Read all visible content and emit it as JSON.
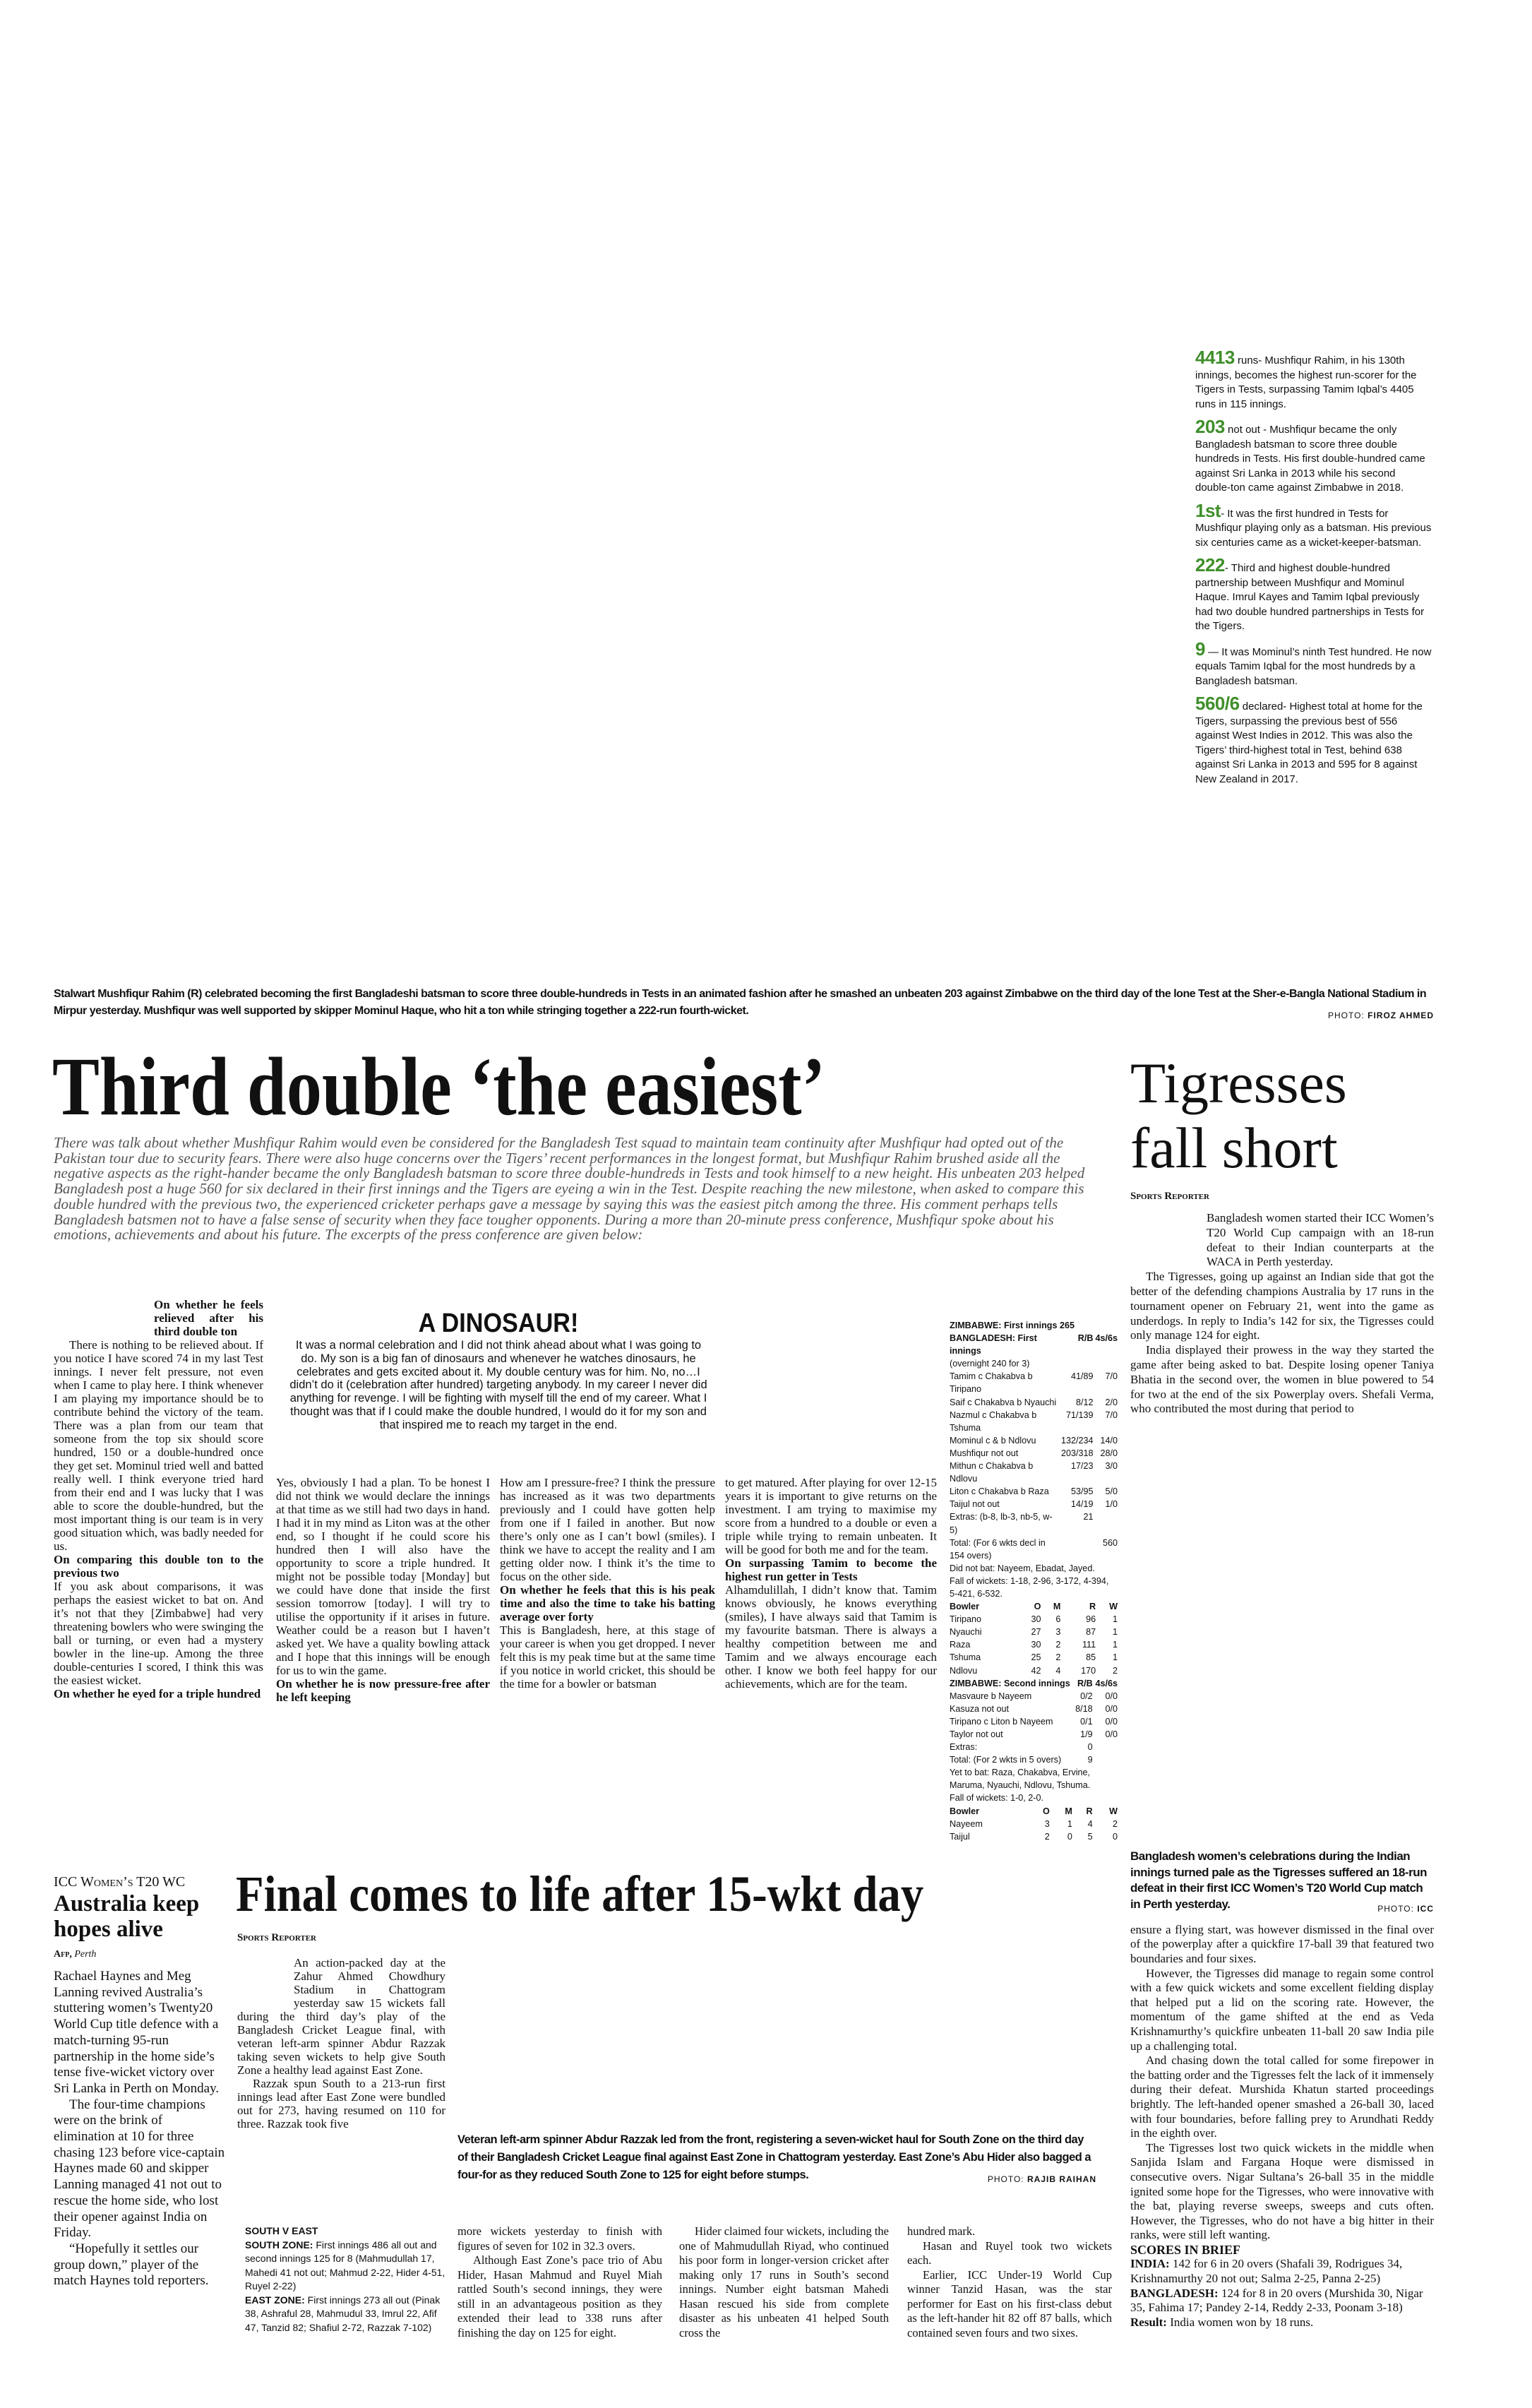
{
  "stats": [
    {
      "num": "4413",
      "text": " runs- Mushfiqur Rahim, in his 130th innings, becomes the highest run-scorer for the Tigers in Tests, surpassing Tamim Iqbal’s 4405 runs in 115 innings."
    },
    {
      "num": "203",
      "text": " not out - Mushfiqur became the only Bangladesh batsman to score three double hundreds in Tests. His first double-hundred came against Sri Lanka in 2013 while his second double-ton came against Zimbabwe in 2018."
    },
    {
      "num": "1st",
      "text": "- It was the first hundred in Tests for Mushfiqur playing only as a batsman. His previous six centuries came as a wicket-keeper-batsman."
    },
    {
      "num": "222",
      "text": "- Third and highest double-hundred partnership between Mushfiqur and Mominul Haque. Imrul Kayes and Tamim Iqbal previously had two double hundred partnerships in Tests for the Tigers."
    },
    {
      "num": "9",
      "text": " — It was Mominul’s ninth Test hundred. He now equals Tamim Iqbal for the most hundreds by a Bangladesh batsman."
    },
    {
      "num": "560/6",
      "text": " declared- Highest total at home for the Tigers, surpassing the previous best of 556 against West Indies in 2012. This was also the Tigers’ third-highest total in Test, behind 638 against Sri Lanka in 2013 and 595 for 8 against New Zealand in 2017."
    }
  ],
  "main": {
    "caption": "Stalwart Mushfiqur Rahim (R) celebrated becoming the first Bangladeshi batsman to score three double-hundreds in Tests in an animated fashion after he smashed an unbeaten 203 against Zimbabwe on the third day of the lone Test at the Sher-e-Bangla National Stadium in Mirpur yesterday. Mushfiqur was well supported by skipper Mominul Haque, who hit a ton while stringing together a 222-run fourth-wicket.",
    "photo_label": "PHOTO:",
    "photo_credit": "FIROZ AHMED",
    "headline": "Third double ‘the easiest’",
    "intro": "There was talk about whether Mushfiqur Rahim would even be considered for the Bangladesh Test squad to maintain team continuity after Mushfiqur had opted out of the Pakistan tour due to security fears. There were also huge concerns over the Tigers’ recent performances in the longest format, but Mushfiqur Rahim brushed aside all the negative aspects as the right-hander became the only Bangladesh batsman to score three double-hundreds in Tests and took himself to a new height. His unbeaten 203 helped Bangladesh post a huge 560 for six declared in their first innings and the Tigers are eyeing a win in the Test. Despite reaching the new milestone, when asked to compare this double hundred with the previous two, the experienced cricketer perhaps gave a message by saying this was the easiest pitch among the three. His comment perhaps tells Bangladesh batsmen not to have a false sense of security when they face tougher opponents. During a more than 20-minute press conference, Mushfiqur spoke about his emotions, achievements and about his future. The excerpts of the press conference are given below:",
    "col1_heading": "On whether he feels relieved after his third double ton",
    "col1": [
      {
        "type": "p-ind",
        "text": "There is nothing to be relieved about. If you notice I have scored 74 in my last Test innings. I never felt pressure, not even when I came to play here. I think whenever I am playing my importance should be to contribute behind the victory of the team. There was a plan from our team that someone from the top six should score hundred, 150 or a double-hundred once they get set. Mominul tried well and batted really well. I think everyone tried hard from their end and I was lucky that I was able to score the double-hundred, but the most important thing is our team is in very good situation which, was badly needed for us."
      },
      {
        "type": "heading",
        "text": "On comparing this double ton to the previous two"
      },
      {
        "type": "p",
        "text": "If you ask about comparisons, it was perhaps the easiest wicket to bat on. And it’s not that they [Zimbabwe] had very threatening bowlers who were swinging the ball or turning, or even had a mystery bowler in the line-up. Among the three double-centuries I scored, I think this was the easiest wicket."
      },
      {
        "type": "heading",
        "text": "On whether he eyed for a triple hundred"
      }
    ],
    "dinosaur": {
      "title": "A DINOSAUR!",
      "text": "It was a normal celebration and I did not think ahead about what I was going to do. My son is a big fan of dinosaurs and whenever he watches dinosaurs, he celebrates and gets excited about it. My double century was for him. No, no…I didn’t do it (celebration after hundred) targeting anybody. In my career I never did anything for revenge. I will be fighting with myself till the end of my career. What I thought was that if I could make the double hundred, I would do it for my son and that inspired me to reach my target in the end."
    },
    "col2": [
      {
        "type": "p",
        "text": "Yes, obviously I had a plan. To be honest I did not think we would declare the innings at that time as we still had two days in hand. I had it in my mind as Liton was at the other end, so I thought if he could score his hundred then I will also have the opportunity to score a triple hundred. It might not be possible today [Monday] but we could have done that inside the first session tomorrow [today]. I will try to utilise the opportunity if it arises in future. Weather could be a reason but I haven’t asked yet. We have a quality bowling attack and I hope that this innings will be enough for us to win the game."
      },
      {
        "type": "heading",
        "text": "On whether he is now pressure-free after he left keeping"
      }
    ],
    "col3": [
      {
        "type": "p",
        "text": "How am I pressure-free? I think the pressure has increased as it was two departments previously and I could have gotten help from one if I failed in another. But now there’s only one as I can’t bowl (smiles). I think we have to accept the reality and I am getting older now. I think it’s the time to focus on the other side."
      },
      {
        "type": "heading",
        "text": "On whether he feels that this is his peak time and also the time to take his batting average over forty"
      },
      {
        "type": "p",
        "text": "This is Bangladesh, here, at this stage of your career is when you get dropped. I never felt this is my peak time but at the same time if you notice in world cricket, this should be the time for a bowler or batsman"
      }
    ],
    "col4": [
      {
        "type": "p",
        "text": "to get matured. After playing for over 12-15 years it is important to give returns on the investment. I am trying to maximise my score from a hundred to a double or even a triple while trying to remain unbeaten. It will be good for both me and for the team."
      },
      {
        "type": "heading",
        "text": "On surpassing Tamim to become the highest run getter in Tests"
      },
      {
        "type": "p",
        "text": "Alhamdulillah, I didn’t know that. Tamim knows obviously, he knows everything (smiles), I have always said that Tamim is my favourite batsman. There is always a healthy competition between me and Tamim and we always encourage each other. I know we both feel happy for our achievements, which are for the team."
      }
    ]
  },
  "scorecard": {
    "zim_first": "ZIMBABWE: First innings 265",
    "bd_header": [
      "BANGLADESH: First innings",
      "R/B",
      "4s/6s"
    ],
    "overnight": "(overnight 240 for 3)",
    "bd_batting": [
      [
        "Tamim c Chakabva b Tiripano",
        "41/89",
        "7/0"
      ],
      [
        "Saif c Chakabva b Nyauchi",
        "8/12",
        "2/0"
      ],
      [
        "Nazmul c Chakabva b Tshuma",
        "71/139",
        "7/0"
      ],
      [
        "Mominul c & b Ndlovu",
        "132/234",
        "14/0"
      ],
      [
        "Mushfiqur not out",
        "203/318",
        "28/0"
      ],
      [
        "Mithun c Chakabva b Ndlovu",
        "17/23",
        "3/0"
      ],
      [
        "Liton c Chakabva b Raza",
        "53/95",
        "5/0"
      ],
      [
        "Taijul not out",
        "14/19",
        "1/0"
      ],
      [
        "Extras: (b-8, lb-3, nb-5, w-5)",
        "21",
        ""
      ],
      [
        "Total: (For 6 wkts decl in 154 overs)",
        "",
        "560"
      ]
    ],
    "bd_dnb": "Did not bat: Nayeem, Ebadat, Jayed.",
    "bd_fow": "Fall of wickets: 1-18, 2-96, 3-172, 4-394, 5-421, 6-532.",
    "bowl_header": [
      "Bowler",
      "O",
      "M",
      "R",
      "W"
    ],
    "zim_bowling": [
      [
        "Tiripano",
        "30",
        "6",
        "96",
        "1"
      ],
      [
        "Nyauchi",
        "27",
        "3",
        "87",
        "1"
      ],
      [
        "Raza",
        "30",
        "2",
        "111",
        "1"
      ],
      [
        "Tshuma",
        "25",
        "2",
        "85",
        "1"
      ],
      [
        "Ndlovu",
        "42",
        "4",
        "170",
        "2"
      ]
    ],
    "zim_header": [
      "ZIMBABWE: Second innings",
      "R/B",
      "4s/6s"
    ],
    "zim_batting": [
      [
        "Masvaure b Nayeem",
        "0/2",
        "0/0"
      ],
      [
        "Kasuza not out",
        "8/18",
        "0/0"
      ],
      [
        "Tiripano c Liton b Nayeem",
        "0/1",
        "0/0"
      ],
      [
        "Taylor not out",
        "1/9",
        "0/0"
      ],
      [
        "Extras:",
        "0",
        ""
      ],
      [
        "Total: (For 2 wkts in 5 overs)",
        "9",
        ""
      ]
    ],
    "zim_ytb": "Yet to bat: Raza, Chakabva, Ervine, Maruma, Nyauchi, Ndlovu, Tshuma.",
    "zim_fow": "Fall of wickets: 1-0, 2-0.",
    "bd_bowling": [
      [
        "Nayeem",
        "3",
        "1",
        "4",
        "2"
      ],
      [
        "Taijul",
        "2",
        "0",
        "5",
        "0"
      ]
    ]
  },
  "tigresses": {
    "headline_line1": "Tigresses",
    "headline_line2": "fall short",
    "byline": "Sports Reporter",
    "top": [
      {
        "type": "p",
        "text": "Bangladesh women started their ICC Women’s T20 World Cup campaign with an 18-run defeat to their Indian counterparts at the WACA in Perth yesterday."
      },
      {
        "type": "p-ind",
        "text": "The Tigresses, going up against an Indian side that got the better of the defending champions Australia by 17 runs in the tournament opener on February 21, went into the game as underdogs. In reply to India’s 142 for six, the Tigresses could only manage 124 for eight."
      },
      {
        "type": "p-ind",
        "text": "India displayed their prowess in the way they started the game after being asked to bat. Despite losing opener Taniya Bhatia in the second over, the women in blue powered to 54 for two at the end of the six Powerplay overs. Shefali Verma, who contributed the most during that period to"
      }
    ],
    "caption": "Bangladesh women’s celebrations during the Indian innings turned pale as the Tigresses suffered an 18-run defeat in their first ICC Women’s T20 World Cup match in Perth yesterday.",
    "photo_label": "PHOTO:",
    "photo_credit": "ICC",
    "bottom": [
      {
        "type": "p",
        "text": "ensure a flying start, was however dismissed in the final over of the powerplay after a quickfire 17-ball 39 that featured two boundaries and four sixes."
      },
      {
        "type": "p-ind",
        "text": "However, the Tigresses did manage to regain some control with a few quick wickets and some excellent fielding display that helped put a lid on the scoring rate. However, the momentum of the game shifted at the end as Veda Krishnamurthy’s quickfire unbeaten 11-ball 20 saw India pile up a challenging total."
      },
      {
        "type": "p-ind",
        "text": "And chasing down the total called for some firepower in the batting order and the Tigresses felt the lack of it immensely during their defeat. Murshida Khatun started proceedings brightly. The left-handed opener smashed a 26-ball 30, laced with four boundaries, before falling prey to Arundhati Reddy in the eighth over."
      },
      {
        "type": "p-ind",
        "text": "The Tigresses lost two quick wickets in the middle when Sanjida Islam and Fargana Hoque were dismissed in consecutive overs. Nigar Sultana’s 26-ball 35 in the middle ignited some hope for the Tigresses, who were innovative with the bat, playing reverse sweeps, sweeps and cuts often. However, the Tigresses, who do not have a big hitter in their ranks, were still left wanting."
      }
    ],
    "scores_title": "SCORES IN BRIEF",
    "scores": [
      {
        "label": "INDIA:",
        "text": " 142 for 6 in 20 overs (Shafali 39, Rodrigues 34, Krishnamurthy 20 not out; Salma 2-25, Panna 2-25)"
      },
      {
        "label": "BANGLADESH:",
        "text": " 124 for 8 in 20 overs (Murshida 30, Nigar 35, Fahima 17; Pandey 2-14, Reddy 2-33, Poonam 3-18)"
      },
      {
        "label": "Result:",
        "text": " India women won by 18 runs."
      }
    ]
  },
  "australia": {
    "kicker": "ICC Women’s T20 WC",
    "headline": "Australia keep hopes alive",
    "byline_agency": "Afp,",
    "byline_place": "Perth",
    "paras": [
      {
        "type": "p",
        "text": "Rachael Haynes and Meg Lanning revived Australia’s stuttering women’s Twenty20 World Cup title defence with a match-turning 95-run partnership in the home side’s tense five-wicket victory over Sri Lanka in Perth on Monday."
      },
      {
        "type": "p-ind",
        "text": "The four-time champions were on the brink of elimination at 10 for three chasing 123 before vice-captain Haynes made 60 and skipper Lanning managed 41 not out to rescue the home side, who lost their opener against India on Friday."
      },
      {
        "type": "p-ind",
        "text": "“Hopefully it settles our group down,” player of the match Haynes told reporters."
      }
    ]
  },
  "final": {
    "headline": "Final comes to life after 15-wkt day",
    "byline": "Sports Reporter",
    "top": [
      {
        "type": "p",
        "text": "An action-packed day at the Zahur Ahmed Chowdhury Stadium in Chattogram yesterday saw 15 wickets fall during the third day’s play of the Bangladesh Cricket League final, with veteran left-arm spinner Abdur Razzak taking seven wickets to help give South Zone a healthy lead against East Zone."
      },
      {
        "type": "p-ind",
        "text": "Razzak spun South to a 213-run first innings lead after East Zone were bundled out for 273, having resumed on 110 for three. Razzak took five"
      }
    ],
    "caption": "Veteran left-arm spinner Abdur Razzak led from the front, registering a seven-wicket haul for South Zone on the third day of their Bangladesh Cricket League final against East Zone in Chattogram yesterday. East Zone’s Abu Hider also bagged a four-for as they reduced South Zone to 125 for eight before stumps.",
    "photo_label": "PHOTO:",
    "photo_credit": "RAJIB RAIHAN",
    "box": {
      "title": "SOUTH V EAST",
      "south_label": "SOUTH ZONE:",
      "south_text": " First innings 486 all out and second innings 125 for 8 (Mahmudullah 17, Mahedi 41 not out; Mahmud 2-22, Hider 4-51, Ruyel 2-22)",
      "east_label": "EAST ZONE:",
      "east_text": " First innings 273 all out (Pinak 38, Ashraful 28, Mahmudul 33, Imrul 22, Afif 47, Tanzid 82; Shafiul 2-72, Razzak 7-102)"
    },
    "cola": [
      {
        "type": "p",
        "text": "more wickets yesterday to finish with figures of seven for 102 in 32.3 overs."
      },
      {
        "type": "p-ind",
        "text": "Although East Zone’s pace trio of Abu Hider, Hasan Mahmud and Ruyel Miah rattled South’s second innings, they were still in an advantageous position as they extended their lead to 338 runs after finishing the day on 125 for eight."
      }
    ],
    "colb": [
      {
        "type": "p-ind",
        "text": "Hider claimed four wickets, including the one of Mahmudullah Riyad, who continued his poor form in longer-version cricket after making only 17 runs in South’s second innings. Number eight batsman Mahedi Hasan rescued his side from complete disaster as his unbeaten 41 helped South cross the"
      }
    ],
    "colc": [
      {
        "type": "p",
        "text": "hundred mark."
      },
      {
        "type": "p-ind",
        "text": "Hasan and Ruyel took two wickets each."
      },
      {
        "type": "p-ind",
        "text": "Earlier, ICC Under-19 World Cup winner Tanzid Hasan, was the star performer for East on his first-class debut as the left-hander hit 82 off 87 balls, which contained seven fours and two sixes."
      }
    ]
  }
}
